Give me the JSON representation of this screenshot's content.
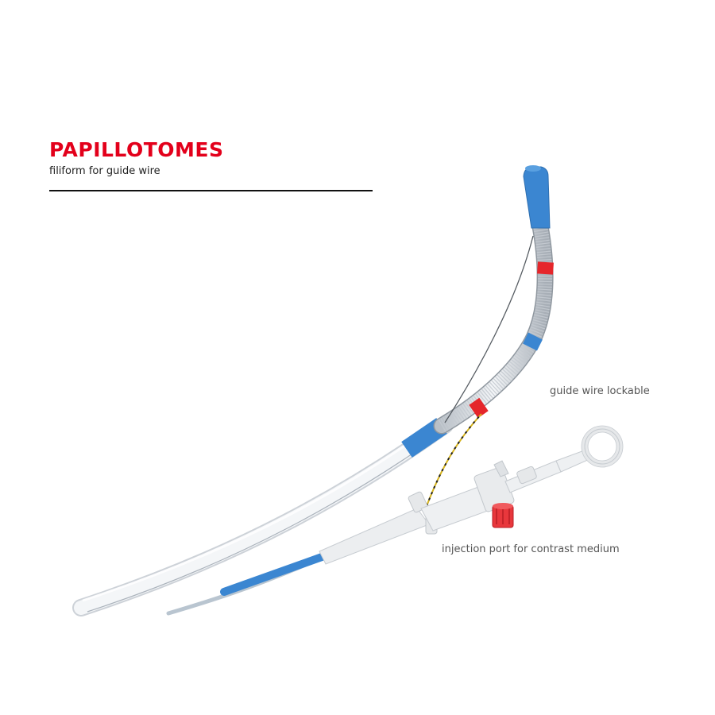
{
  "header": {
    "title": "PAPILLOTOMES",
    "subtitle": "filiform for guide wire"
  },
  "callouts": {
    "guide_wire": "guide wire lockable",
    "injection_port": "injection port for contrast medium"
  },
  "colors": {
    "title_red": "#e3001b",
    "marker_blue": "#3b86d1",
    "marker_red": "#e5262b",
    "port_red": "#e8373c",
    "catheter_white": "#f2f4f6"
  }
}
